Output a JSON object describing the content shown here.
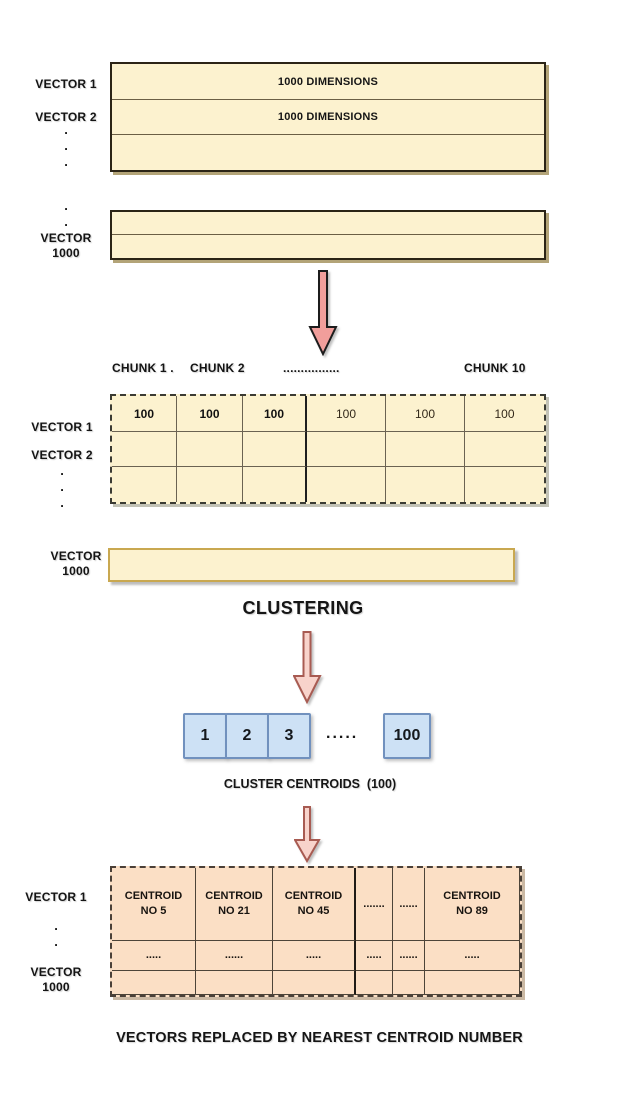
{
  "colors": {
    "panel_yellow": "#FCF2CF",
    "panel_peach": "#FBDFC5",
    "box_blue": "#CDE1F5",
    "blue_border": "#7191BE",
    "arrow_pink_fill": "#F19E9B",
    "arrow_light_pink_fill": "#F8D3CB",
    "arrow_red_border": "#A85B52",
    "yellow_border": "#C9A850"
  },
  "top_section": {
    "row_label_1": "VECTOR 1",
    "row_label_2": "VECTOR 2",
    "dot": ".",
    "cell_1": "1000 DIMENSIONS",
    "cell_2": "1000 DIMENSIONS",
    "tail_label_line1": "VECTOR",
    "tail_label_line2": "1000"
  },
  "chunk_section": {
    "labels": [
      "CHUNK 1 .",
      "CHUNK 2",
      "................",
      "CHUNK 10"
    ],
    "row_label_1": "VECTOR 1",
    "row_label_2": "VECTOR 2",
    "dot": ".",
    "header": [
      "100",
      "100",
      "100",
      "100",
      "100",
      "100"
    ],
    "tail_label_line1": "VECTOR",
    "tail_label_line2": "1000"
  },
  "clustering": {
    "title": "CLUSTERING",
    "centroid_boxes": [
      "1",
      "2",
      "3"
    ],
    "ellipsis": ".....",
    "last_box": "100",
    "caption": "CLUSTER CENTROIDS  (100)"
  },
  "centroid_table": {
    "row_label_1": "VECTOR 1",
    "dot": ".",
    "tail_label_line1": "VECTOR",
    "tail_label_line2": "1000",
    "header": [
      "CENTROID\nNO 5",
      "CENTROID\nNO 21",
      "CENTROID\nNO 45",
      ".......",
      "......",
      "CENTROID\nNO 89"
    ],
    "row2": [
      ".....",
      "......",
      ".....",
      ".....",
      "......",
      "....."
    ]
  },
  "footer": {
    "caption": "VECTORS REPLACED BY NEAREST CENTROID NUMBER"
  }
}
